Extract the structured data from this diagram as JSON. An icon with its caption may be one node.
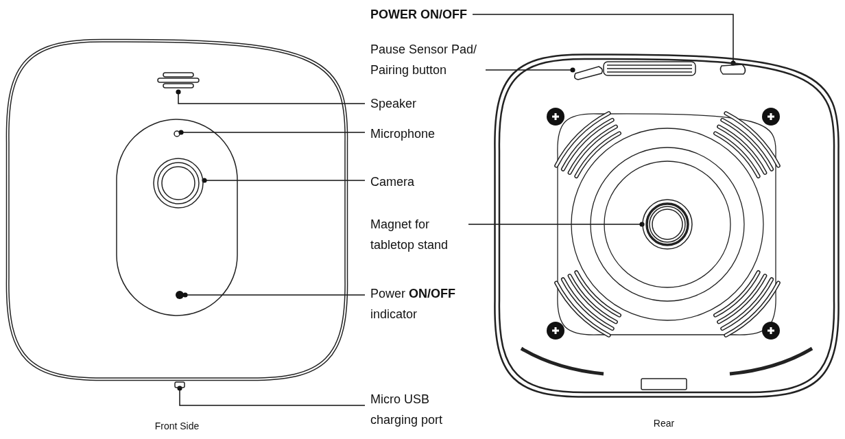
{
  "diagram": {
    "nodes": [
      {
        "text": [],
        "shape": "box"
      },
      {
        "text": [],
        "shape": "box"
      },
      {
        "text": [],
        "shape": "bar",
        "in": 0
      },
      {
        "text": [],
        "shape": "circle",
        "in": 0
      },
      {
        "text": [],
        "shape": "circle",
        "in": 0
      },
      {
        "text": [],
        "shape": "circle",
        "in": 0
      },
      {
        "text": [],
        "shape": "box"
      },
      {
        "text": [],
        "shape": "box",
        "in": 1
      },
      {
        "text": [],
        "shape": "box",
        "in": 1
      },
      {
        "text": [],
        "shape": "circle",
        "in": 1
      },
      {
        "text": [
          "POWER ON/OFF"
        ]
      },
      {
        "text": [
          "Pause Sensor Pad/ Pairing button"
        ]
      },
      {
        "text": [
          "Speaker"
        ]
      },
      {
        "text": [
          "Microphone"
        ]
      },
      {
        "text": [
          "Camera"
        ]
      },
      {
        "text": [
          "Magnet for tabletop stand"
        ]
      },
      {
        "text": [
          "Power **ON/OFF** indicator"
        ]
      },
      {
        "text": [
          "Micro USB charging port"
        ]
      }
    ],
    "edges": [
      {
        "from": 10,
        "to": 8,
        "arrow": "other"
      },
      {
        "from": 11,
        "to": 7,
        "arrow": "other"
      },
      {
        "from": 12,
        "to": 2,
        "arrow": "other"
      },
      {
        "from": 13,
        "to": 3,
        "arrow": "other"
      },
      {
        "from": 14,
        "to": 4,
        "arrow": "other"
      },
      {
        "from": 15,
        "to": 9,
        "arrow": "other"
      },
      {
        "from": 16,
        "to": 5,
        "arrow": "other"
      },
      {
        "from": 17,
        "to": 6,
        "arrow": "other"
      }
    ],
    "labels": [
      "Front Side",
      "Rear"
    ]
  }
}
